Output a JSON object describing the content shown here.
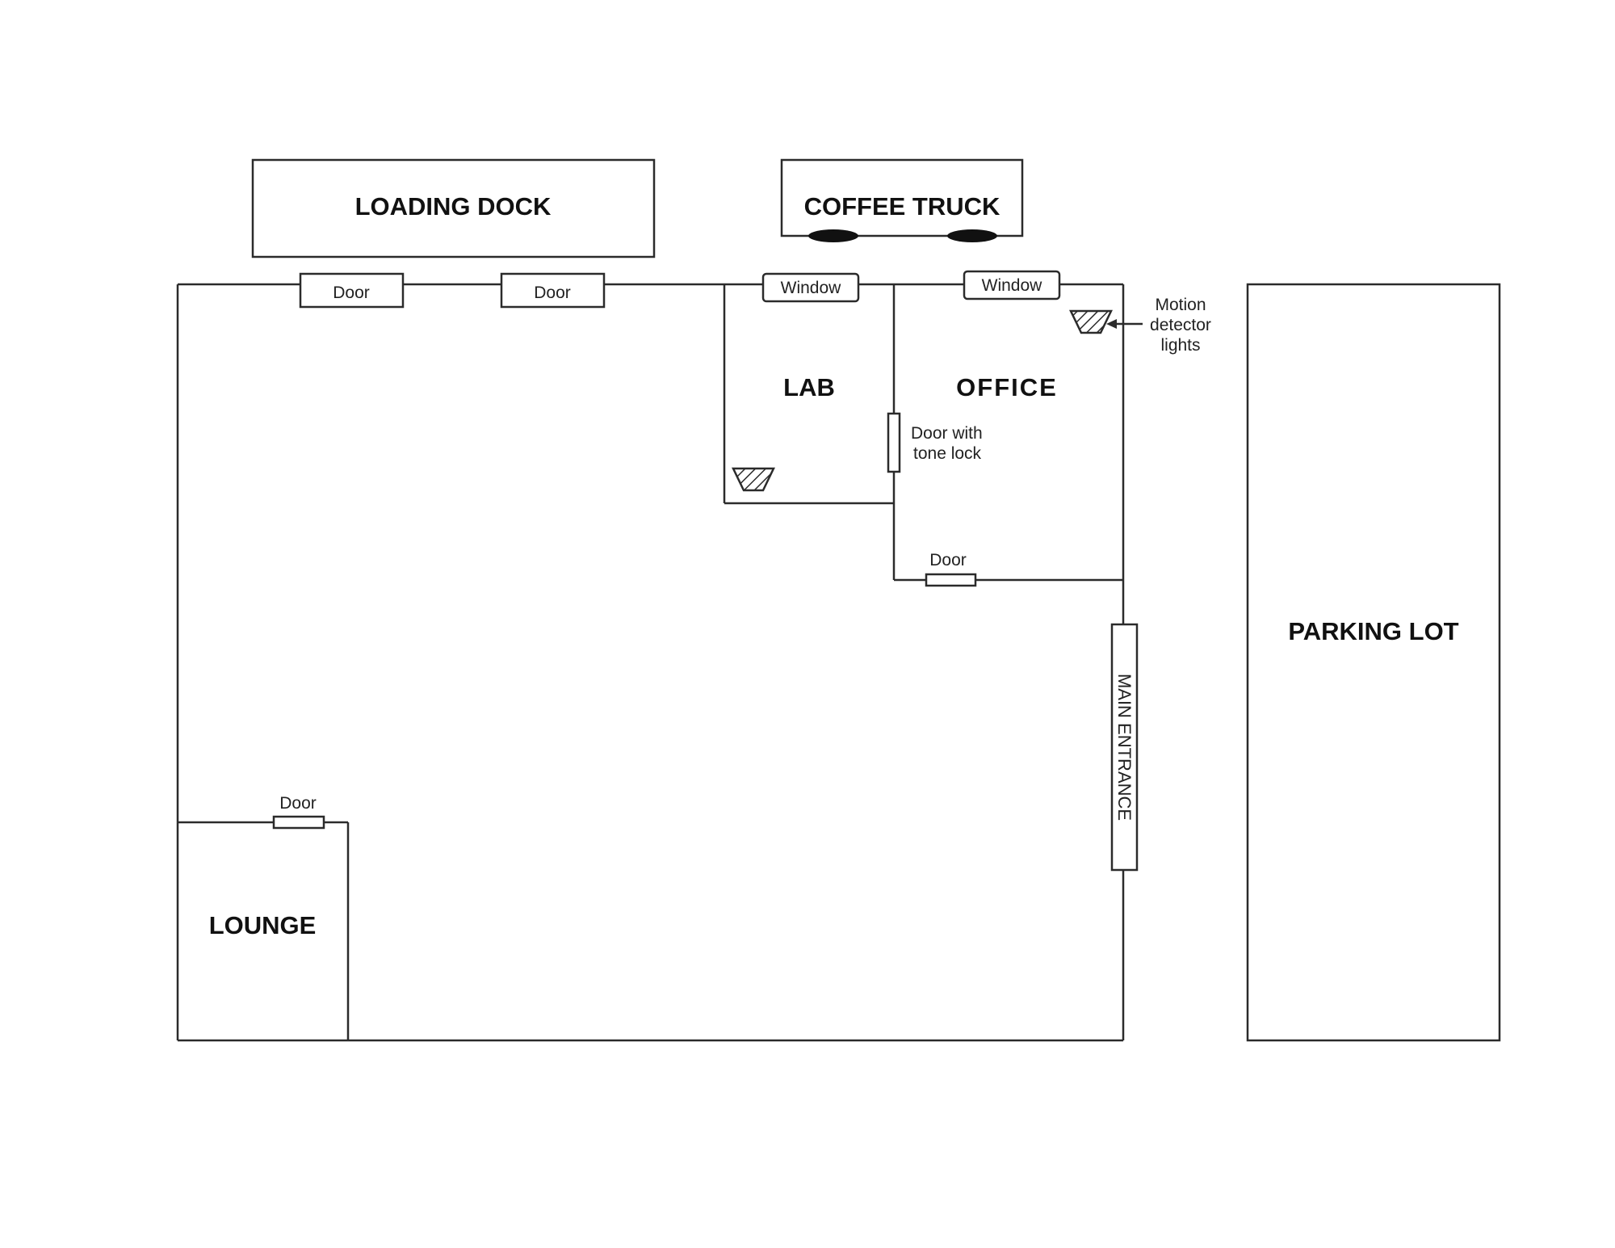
{
  "labels": {
    "loading_dock": "LOADING DOCK",
    "coffee_truck": "COFFEE TRUCK",
    "lab": "LAB",
    "office": "OFFICE",
    "parking_lot": "PARKING LOT",
    "lounge": "LOUNGE",
    "main_entrance": "MAIN ENTRANCE",
    "door": "Door",
    "window": "Window",
    "door_tone_line1": "Door with",
    "door_tone_line2": "tone lock",
    "motion_line1": "Motion",
    "motion_line2": "detector",
    "motion_line3": "lights"
  },
  "colors": {
    "line": "#2b2b2b",
    "background": "#ffffff",
    "text": "#111111"
  }
}
